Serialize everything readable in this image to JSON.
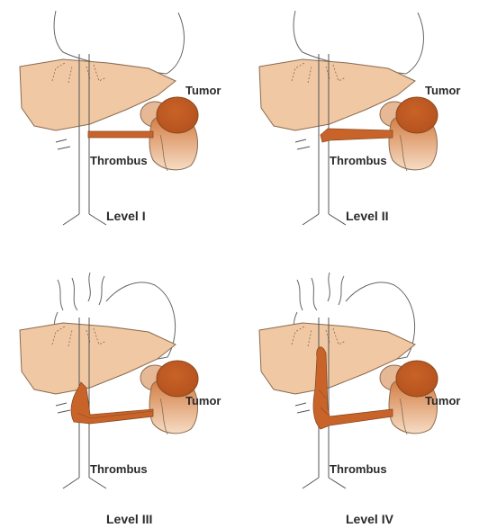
{
  "diagram": {
    "tumor_label": "Tumor",
    "thrombus_label": "Thrombus",
    "panels": [
      {
        "level": "Level I"
      },
      {
        "level": "Level II"
      },
      {
        "level": "Level III"
      },
      {
        "level": "Level IV"
      }
    ],
    "colors": {
      "liver": "#f0c8a3",
      "tumor": "#c8642a",
      "thrombus": "#c8642a",
      "kidney": "#e0a06a",
      "outline": "#555555"
    }
  }
}
